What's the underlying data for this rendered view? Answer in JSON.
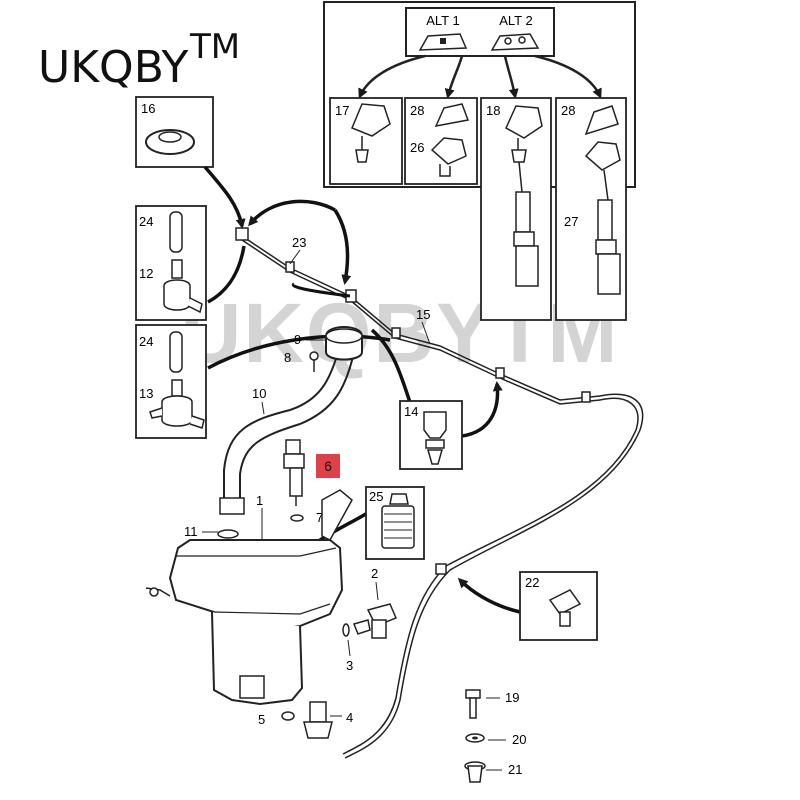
{
  "brand": {
    "logo": "UKQBY",
    "mark": "TM",
    "watermark": "UKQBYTM"
  },
  "alt_labels": {
    "alt1": "ALT 1",
    "alt2": "ALT 2"
  },
  "parts": {
    "p1": "1",
    "p2": "2",
    "p3": "3",
    "p4": "4",
    "p5": "5",
    "p6": "6",
    "p7": "7",
    "p8": "8",
    "p9": "9",
    "p10": "10",
    "p11": "11",
    "p12": "12",
    "p13": "13",
    "p14": "14",
    "p15": "15",
    "p16": "16",
    "p17": "17",
    "p18": "18",
    "p19": "19",
    "p20": "20",
    "p21": "21",
    "p22": "22",
    "p23": "23",
    "p24a": "24",
    "p24b": "24",
    "p25": "25",
    "p26": "26",
    "p27": "27",
    "p28a": "28",
    "p28b": "28"
  },
  "highlight": {
    "part": "6",
    "color": "#e04048"
  },
  "colors": {
    "line": "#1a1a1a",
    "watermark": "#cfcfcf",
    "frame": "#222222"
  }
}
